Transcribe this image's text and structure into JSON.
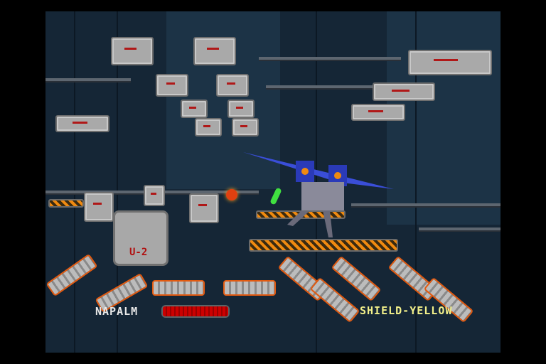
{
  "hud": {
    "weapon": "NAPALM",
    "weapon_energy": 1.0,
    "shield": "SHIELD-YELLOW"
  },
  "scene": {
    "container_label": "U-2"
  },
  "colors": {
    "background": "#152636",
    "hud_weapon": "#e8e8e8",
    "hud_shield": "#f2f08a",
    "hazard": "#f08a10"
  }
}
